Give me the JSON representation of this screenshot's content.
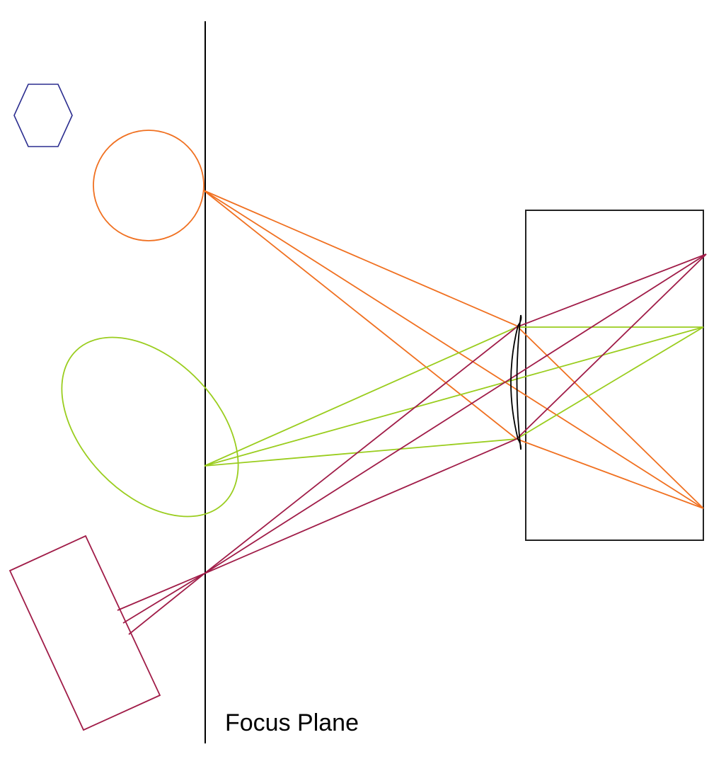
{
  "diagram": {
    "labels": {
      "focus_plane": "Focus Plane"
    },
    "colors": {
      "background": "#ffffff",
      "focus_plane": "#000000",
      "camera_body": "#222222",
      "lens": "#000000",
      "hexagon": "#2b2d8f",
      "circle_object": "#f07020",
      "ellipse_object": "#9acd1e",
      "rectangle_object": "#a01c48"
    },
    "objects": [
      {
        "name": "hexagon",
        "shape": "hexagon",
        "color": "#2b2d8f"
      },
      {
        "name": "circle",
        "shape": "circle",
        "color": "#f07020"
      },
      {
        "name": "ellipse",
        "shape": "ellipse",
        "color": "#9acd1e"
      },
      {
        "name": "rectangle",
        "shape": "rectangle",
        "color": "#a01c48"
      }
    ],
    "ray_groups": [
      {
        "object": "circle",
        "color": "#f07020",
        "ray_count": 3
      },
      {
        "object": "ellipse",
        "color": "#9acd1e",
        "ray_count": 3
      },
      {
        "object": "rectangle",
        "color": "#a01c48",
        "ray_count": 3
      }
    ]
  }
}
